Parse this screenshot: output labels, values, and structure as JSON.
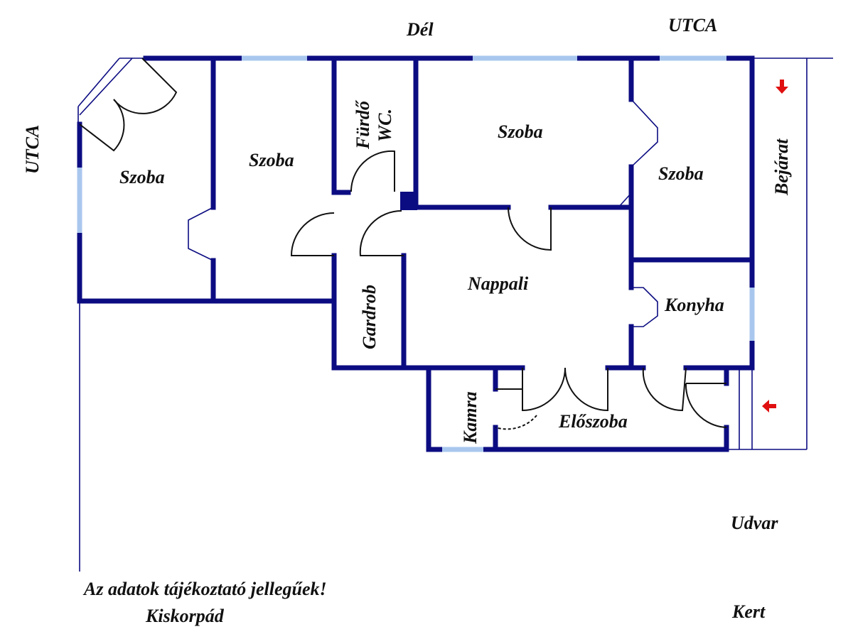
{
  "labels": {
    "south": "Dél",
    "street_top": "UTCA",
    "street_left": "UTCA",
    "entrance": "Bejárat",
    "courtyard": "Udvar",
    "garden": "Kert",
    "disclaimer": "Az adatok tájékoztató jellegűek!",
    "location": "Kiskorpád"
  },
  "rooms": [
    {
      "name": "Szoba"
    },
    {
      "name": "Szoba"
    },
    {
      "name": "Fürdő"
    },
    {
      "name": "WC."
    },
    {
      "name": "Szoba"
    },
    {
      "name": "Szoba"
    },
    {
      "name": "Nappali"
    },
    {
      "name": "Gardrob"
    },
    {
      "name": "Konyha"
    },
    {
      "name": "Kamra"
    },
    {
      "name": "Előszoba"
    }
  ],
  "colors": {
    "wall": "#0c0c82",
    "window": "#a9c7ee",
    "arrow": "#e01010"
  }
}
